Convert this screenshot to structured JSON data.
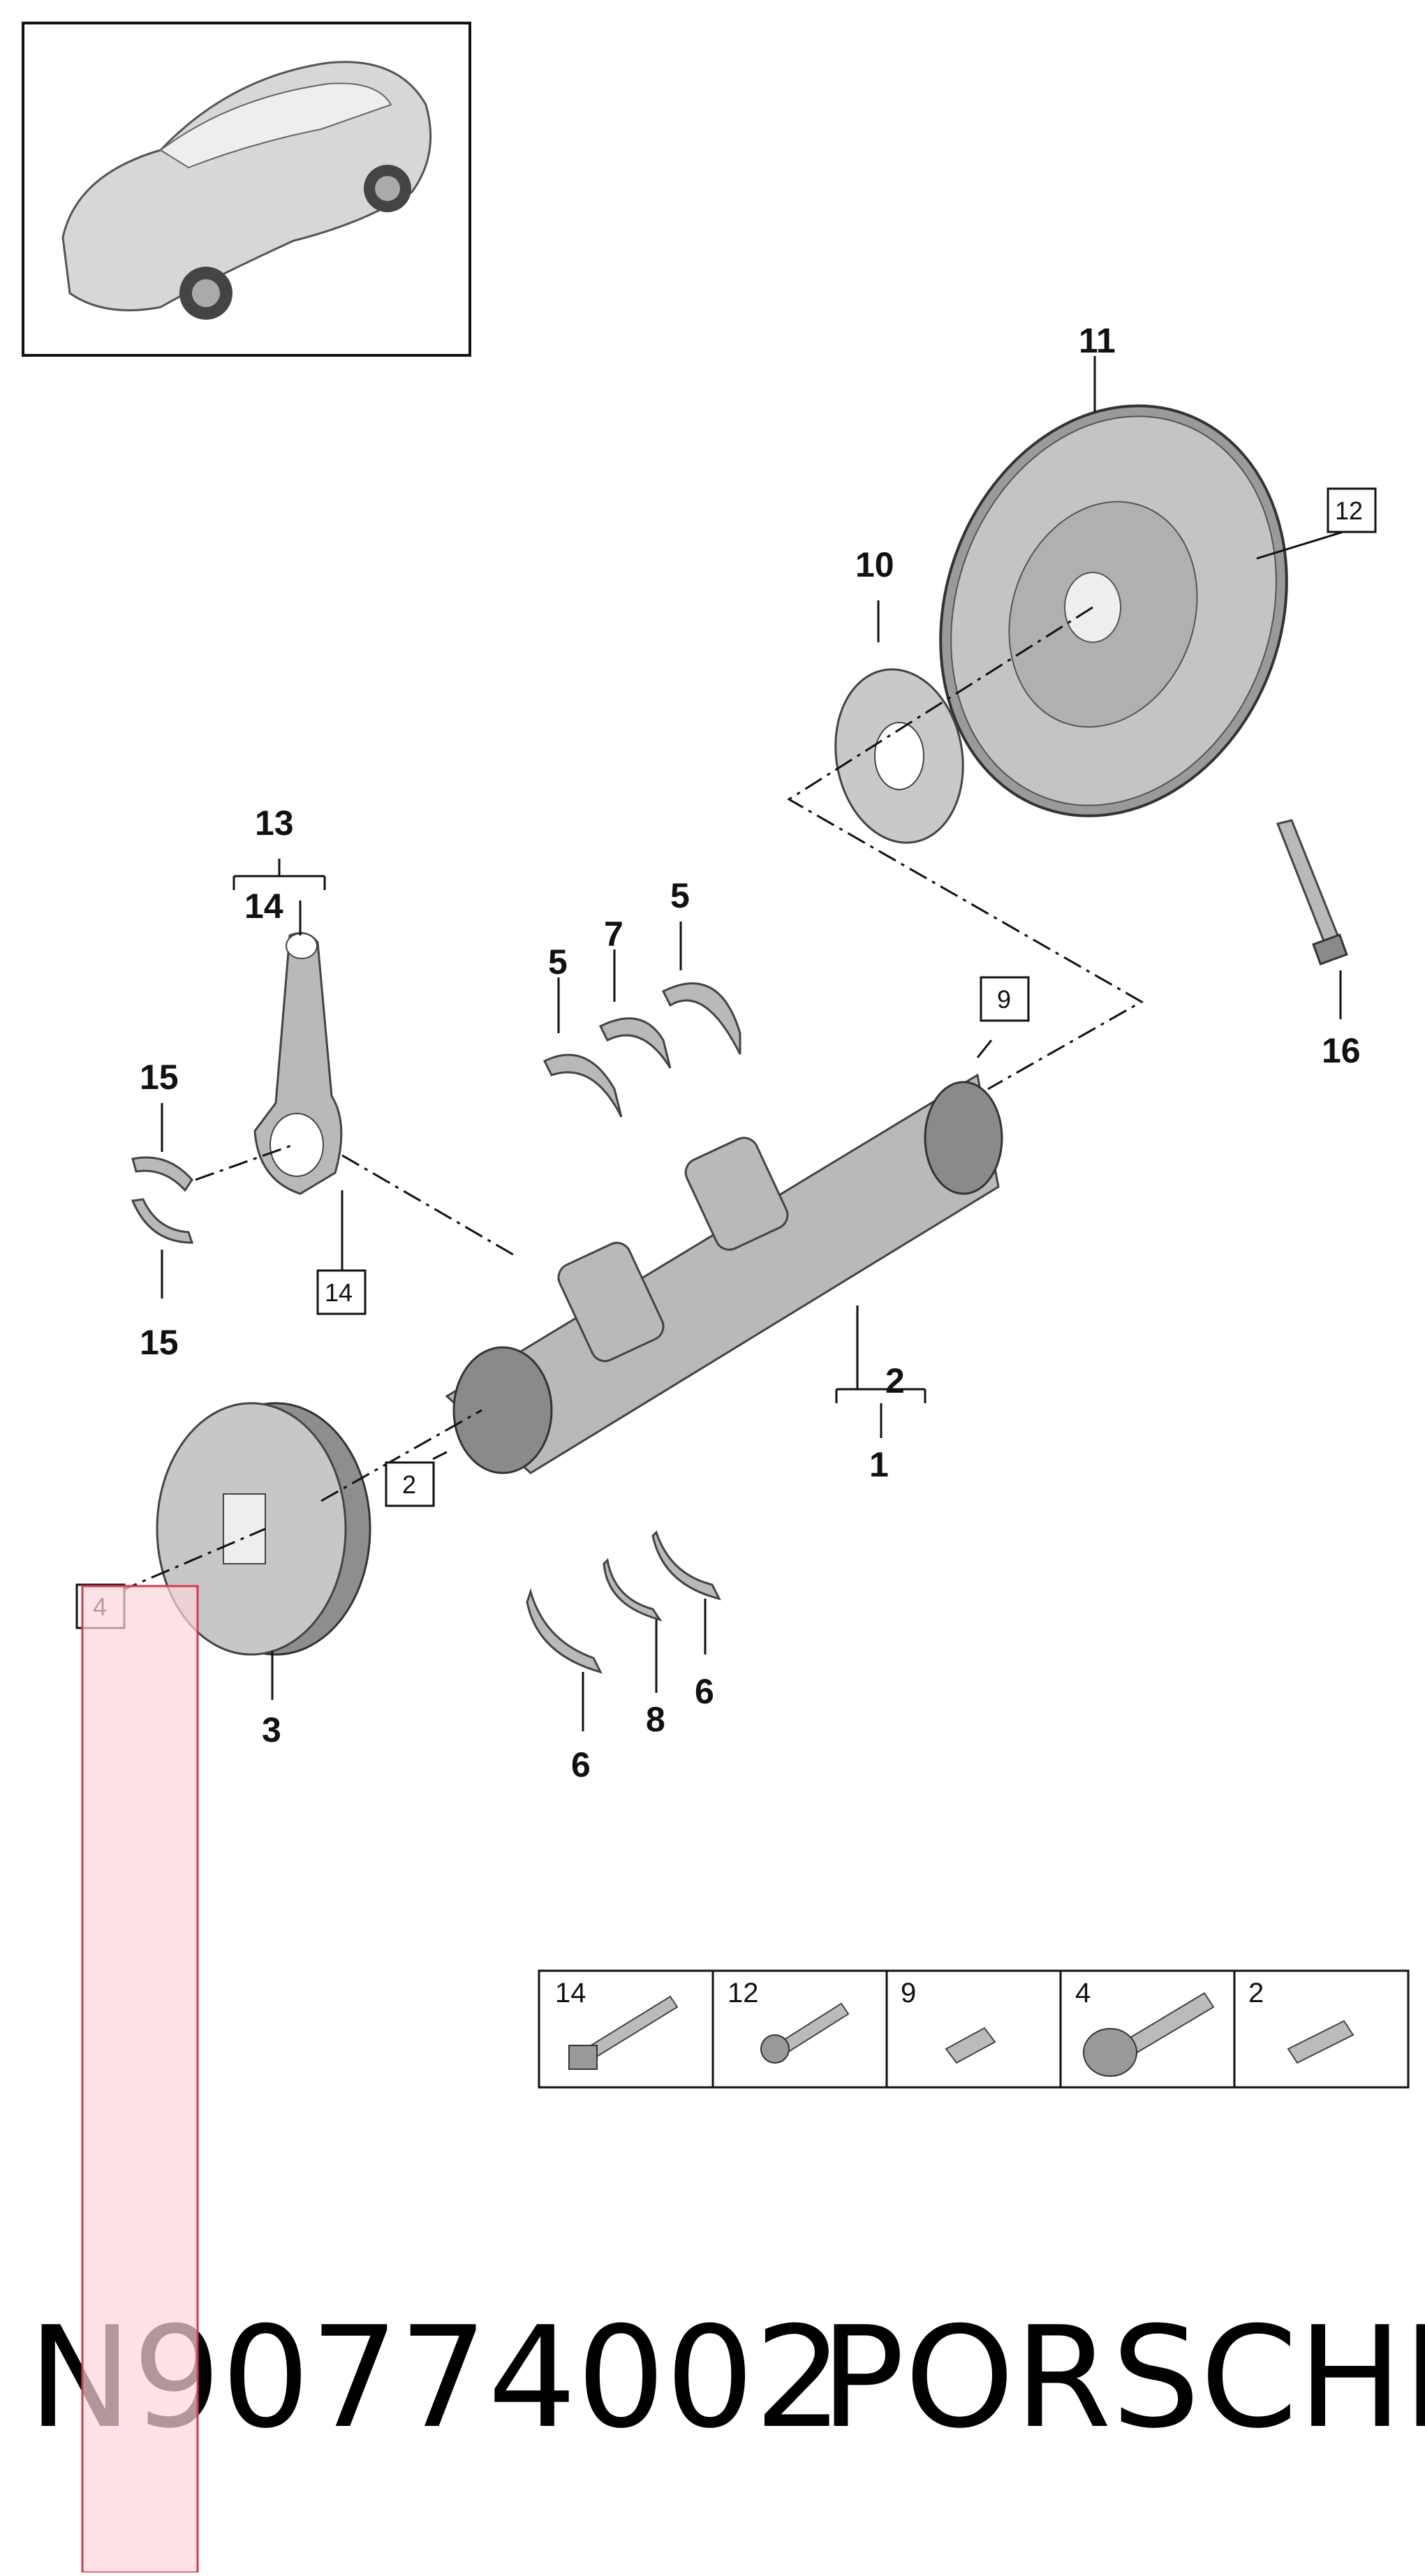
{
  "diagram": {
    "callouts": [
      {
        "id": "c1",
        "label": "1"
      },
      {
        "id": "c2",
        "label": "2"
      },
      {
        "id": "c3",
        "label": "3"
      },
      {
        "id": "c5a",
        "label": "5"
      },
      {
        "id": "c5b",
        "label": "5"
      },
      {
        "id": "c6a",
        "label": "6"
      },
      {
        "id": "c6b",
        "label": "6"
      },
      {
        "id": "c7",
        "label": "7"
      },
      {
        "id": "c8",
        "label": "8"
      },
      {
        "id": "c10",
        "label": "10"
      },
      {
        "id": "c11",
        "label": "11"
      },
      {
        "id": "c13",
        "label": "13"
      },
      {
        "id": "c14",
        "label": "14"
      },
      {
        "id": "c15a",
        "label": "15"
      },
      {
        "id": "c15b",
        "label": "15"
      },
      {
        "id": "c16",
        "label": "16"
      }
    ],
    "boxed_refs": {
      "b2": "2",
      "b4": "4",
      "b9": "9",
      "b12": "12",
      "b14": "14"
    },
    "bolt_legend": [
      "14",
      "12",
      "9",
      "4",
      "2"
    ]
  },
  "footer": {
    "part_number": "N90774002",
    "brand": "PORSCHE"
  },
  "highlight_color": "#ffd6de",
  "highlight_border": "#d23b4f"
}
